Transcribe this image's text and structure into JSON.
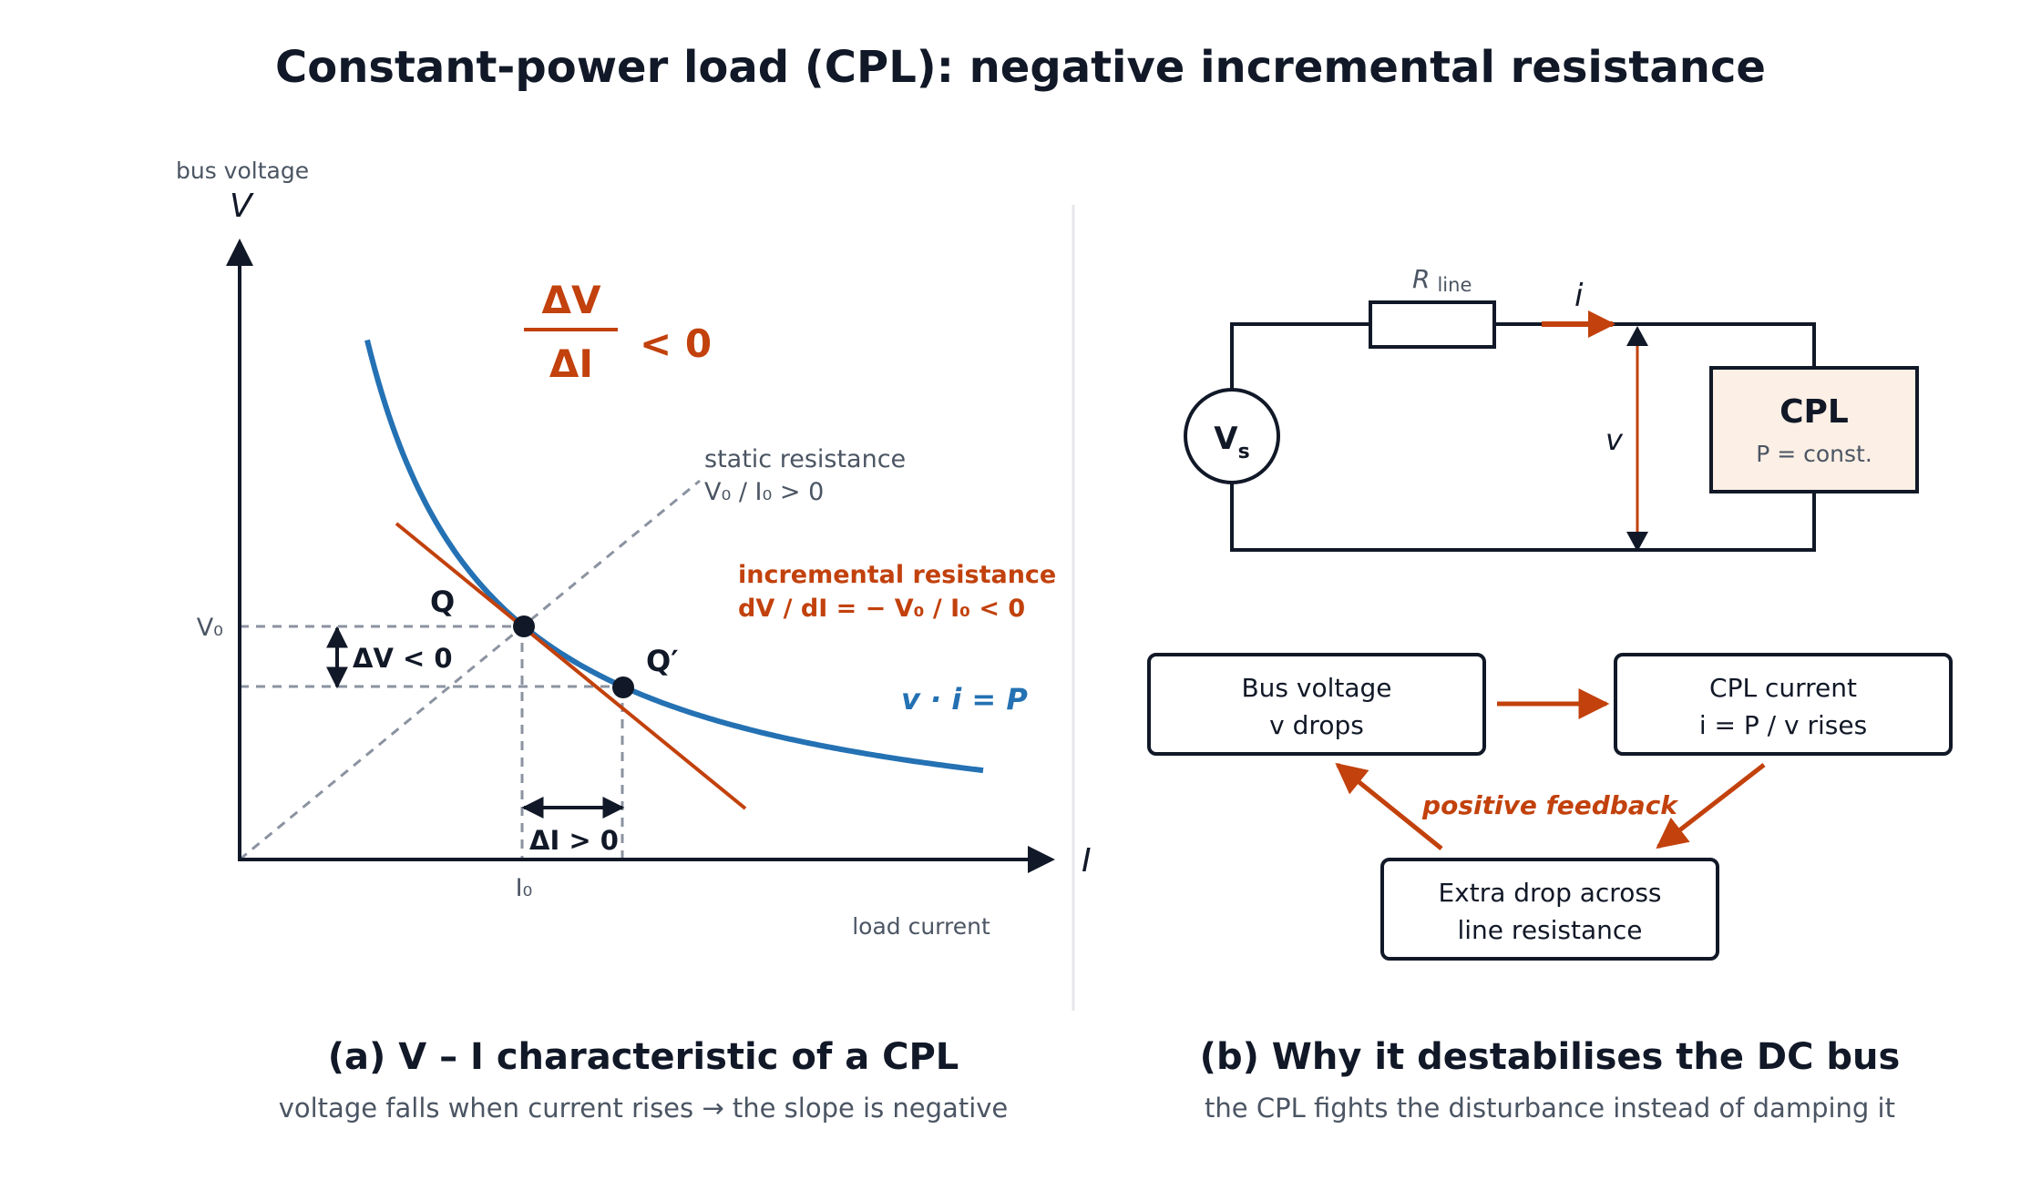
{
  "title": "Constant-power load (CPL): negative incremental resistance",
  "panel_a": {
    "axis_y_name": "bus voltage",
    "axis_y_symbol": "V",
    "axis_x_name": "load current",
    "axis_x_symbol": "I",
    "v0_label": "V₀",
    "i0_label": "I₀",
    "point_q": "Q",
    "point_q_prime": "Q′",
    "delta_v_label": "ΔV < 0",
    "delta_i_label": "ΔI > 0",
    "slope_numerator": "ΔV",
    "slope_denominator": "ΔI",
    "slope_relation": "< 0",
    "static_line1": "static resistance",
    "static_line2": "V₀ / I₀ > 0",
    "incremental_line1": "incremental resistance",
    "incremental_line2": "dV / dI = − V₀ / I₀ < 0",
    "curve_label": "v · i = P",
    "caption": "(a) V – I characteristic of a CPL",
    "subcaption": "voltage falls when current rises → the slope is negative"
  },
  "panel_b": {
    "source_label": "V",
    "source_sub": "s",
    "resistor_label": "R",
    "resistor_sub": "line",
    "current_label": "i",
    "voltage_label": "v",
    "load_title": "CPL",
    "load_sub": "P = const.",
    "box1_line1": "Bus voltage",
    "box1_line2": "v drops",
    "box2_line1": "CPL current",
    "box2_line2": "i = P / v rises",
    "box3_line1": "Extra drop across",
    "box3_line2": "line resistance",
    "feedback_label": "positive feedback",
    "caption": "(b) Why it destabilises the DC bus",
    "subcaption": "the CPL fights the disturbance instead of damping it"
  },
  "colors": {
    "curve": "#2471b3",
    "accent": "#c2410c",
    "ink": "#111827",
    "guide": "#8b93a1",
    "load_fill": "#fcefe5"
  }
}
